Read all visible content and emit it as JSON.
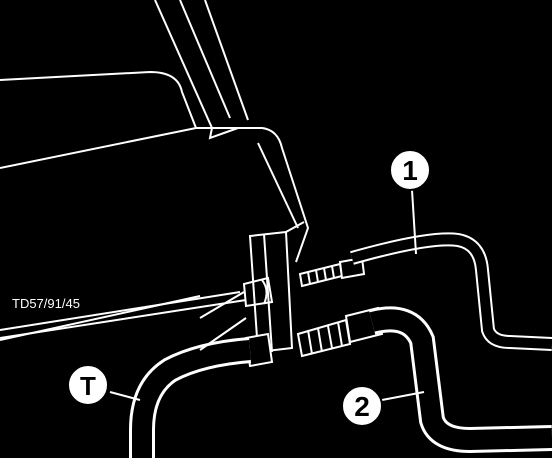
{
  "figure_code": "TD57/91/45",
  "callouts": {
    "item_1": "1",
    "item_2": "2",
    "item_t": "T"
  },
  "colors": {
    "background": "#000000",
    "linework": "#ffffff"
  }
}
